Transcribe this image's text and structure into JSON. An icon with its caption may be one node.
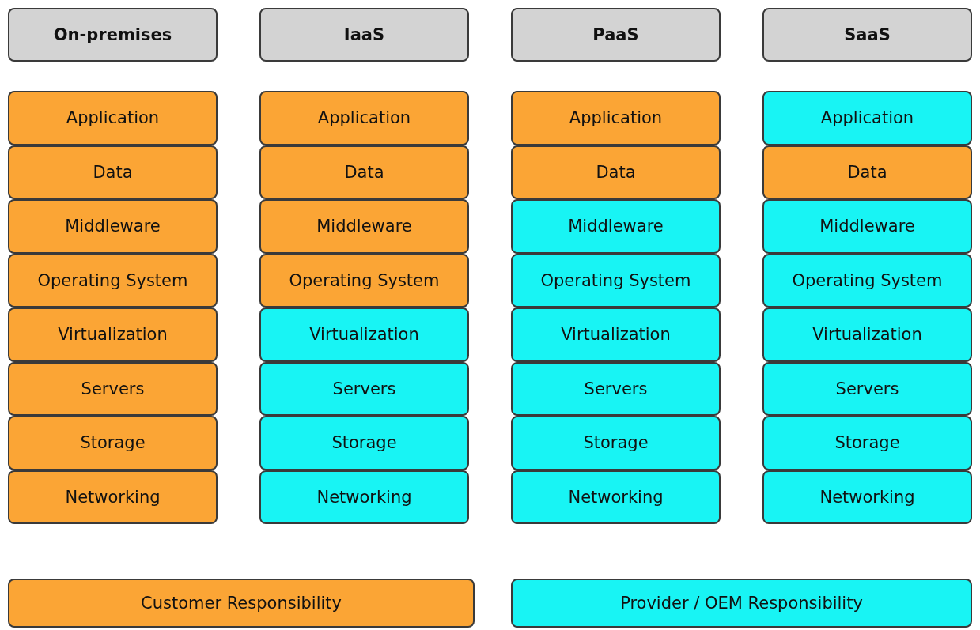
{
  "diagram": {
    "nodes": [
      {
        "text": [
          "On-premises"
        ]
      },
      {
        "text": [
          "IaaS"
        ]
      },
      {
        "text": [
          "PaaS"
        ]
      },
      {
        "text": [
          "SaaS"
        ]
      },
      {
        "text": [
          "Application"
        ]
      },
      {
        "text": [
          "Application"
        ]
      },
      {
        "text": [
          "Application"
        ]
      },
      {
        "text": [
          "Application"
        ]
      },
      {
        "text": [
          "Data"
        ]
      },
      {
        "text": [
          "Data"
        ]
      },
      {
        "text": [
          "Data"
        ]
      },
      {
        "text": [
          "Data"
        ]
      },
      {
        "text": [
          "Middleware"
        ]
      },
      {
        "text": [
          "Middleware"
        ]
      },
      {
        "text": [
          "Middleware"
        ]
      },
      {
        "text": [
          "Middleware"
        ]
      },
      {
        "text": [
          "Operating System"
        ]
      },
      {
        "text": [
          "Operating System"
        ]
      },
      {
        "text": [
          "Operating System"
        ]
      },
      {
        "text": [
          "Operating System"
        ]
      },
      {
        "text": [
          "Virtualization"
        ]
      },
      {
        "text": [
          "Virtualization"
        ]
      },
      {
        "text": [
          "Virtualization"
        ]
      },
      {
        "text": [
          "Virtualization"
        ]
      },
      {
        "text": [
          "Servers"
        ]
      },
      {
        "text": [
          "Servers"
        ]
      },
      {
        "text": [
          "Servers"
        ]
      },
      {
        "text": [
          "Servers"
        ]
      },
      {
        "text": [
          "Storage"
        ]
      },
      {
        "text": [
          "Storage"
        ]
      },
      {
        "text": [
          "Storage"
        ]
      },
      {
        "text": [
          "Storage"
        ]
      },
      {
        "text": [
          "Networking"
        ]
      },
      {
        "text": [
          "Networking"
        ]
      },
      {
        "text": [
          "Networking"
        ]
      },
      {
        "text": [
          "Networking"
        ]
      }
    ],
    "legend": [
      {
        "text": "Customer Responsibility",
        "color": "#fba535"
      },
      {
        "text": "Provider / OEM Responsibility",
        "color": "#18f4f4"
      }
    ]
  }
}
